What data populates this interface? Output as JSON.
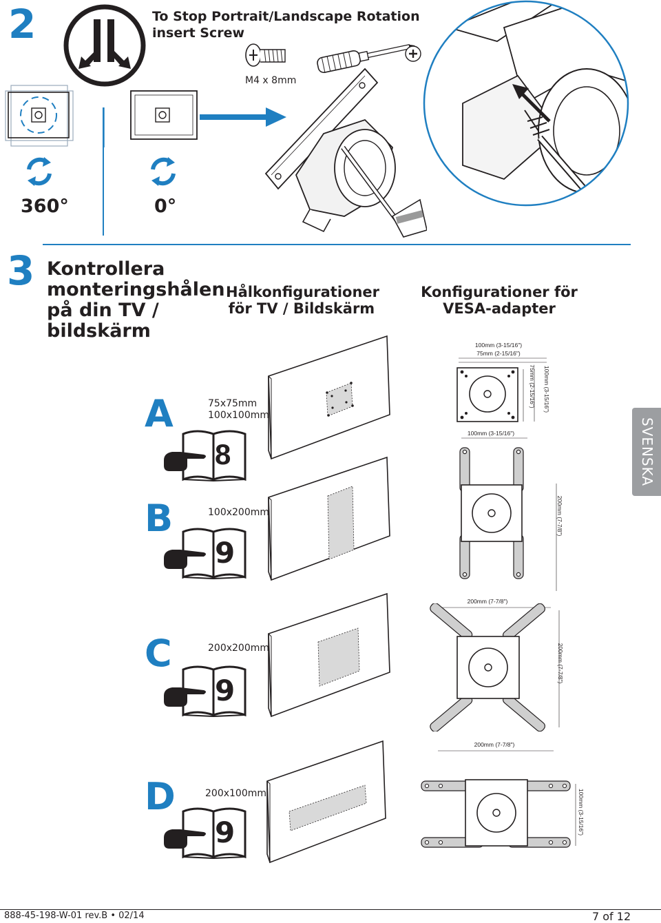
{
  "step2": {
    "number": "2",
    "title_line1": "To Stop Portrait/Landscape Rotation",
    "title_line2": "insert Screw",
    "screw_size": "M4 x 8mm",
    "deg_left": "360°",
    "deg_right": "0°"
  },
  "step3": {
    "number": "3",
    "title_lines": [
      "Kontrollera",
      "monteringshålen",
      "på din TV /",
      "bildskärm"
    ],
    "col1_heading": [
      "Hålkonfigurationer",
      "för TV / Bildskärm"
    ],
    "col2_heading": [
      "Konfigurationer för",
      "VESA-adapter"
    ]
  },
  "rows": [
    {
      "letter": "A",
      "config_lines": [
        "75x75mm",
        "100x100mm"
      ],
      "page": "8"
    },
    {
      "letter": "B",
      "config_lines": [
        "100x200mm"
      ],
      "page": "9"
    },
    {
      "letter": "C",
      "config_lines": [
        "200x200mm"
      ],
      "page": "9"
    },
    {
      "letter": "D",
      "config_lines": [
        "200x100mm"
      ],
      "page": "9"
    }
  ],
  "dims": {
    "a_top1": "100mm (3-15/16\")",
    "a_top2": "75mm (2-15/16\")",
    "a_side1": "75mm (2-15/16\")",
    "a_side2": "100mm (3-15/16\")",
    "b_top": "100mm (3-15/16\")",
    "b_side": "200mm (7-7/8\")",
    "c_top": "200mm (7-7/8\")",
    "c_side": "200mm (7-7/8\")",
    "d_top": "200mm (7-7/8\")",
    "d_side": "100mm (3-15/16\")"
  },
  "side_tab": "SVENSKA",
  "footer": {
    "doc_code": "888-45-198-W-01 rev.B • 02/14",
    "page_of": "7 of 12"
  },
  "colors": {
    "accent": "#1f7fc1",
    "tab": "#9c9ea1",
    "ink": "#231f20"
  }
}
